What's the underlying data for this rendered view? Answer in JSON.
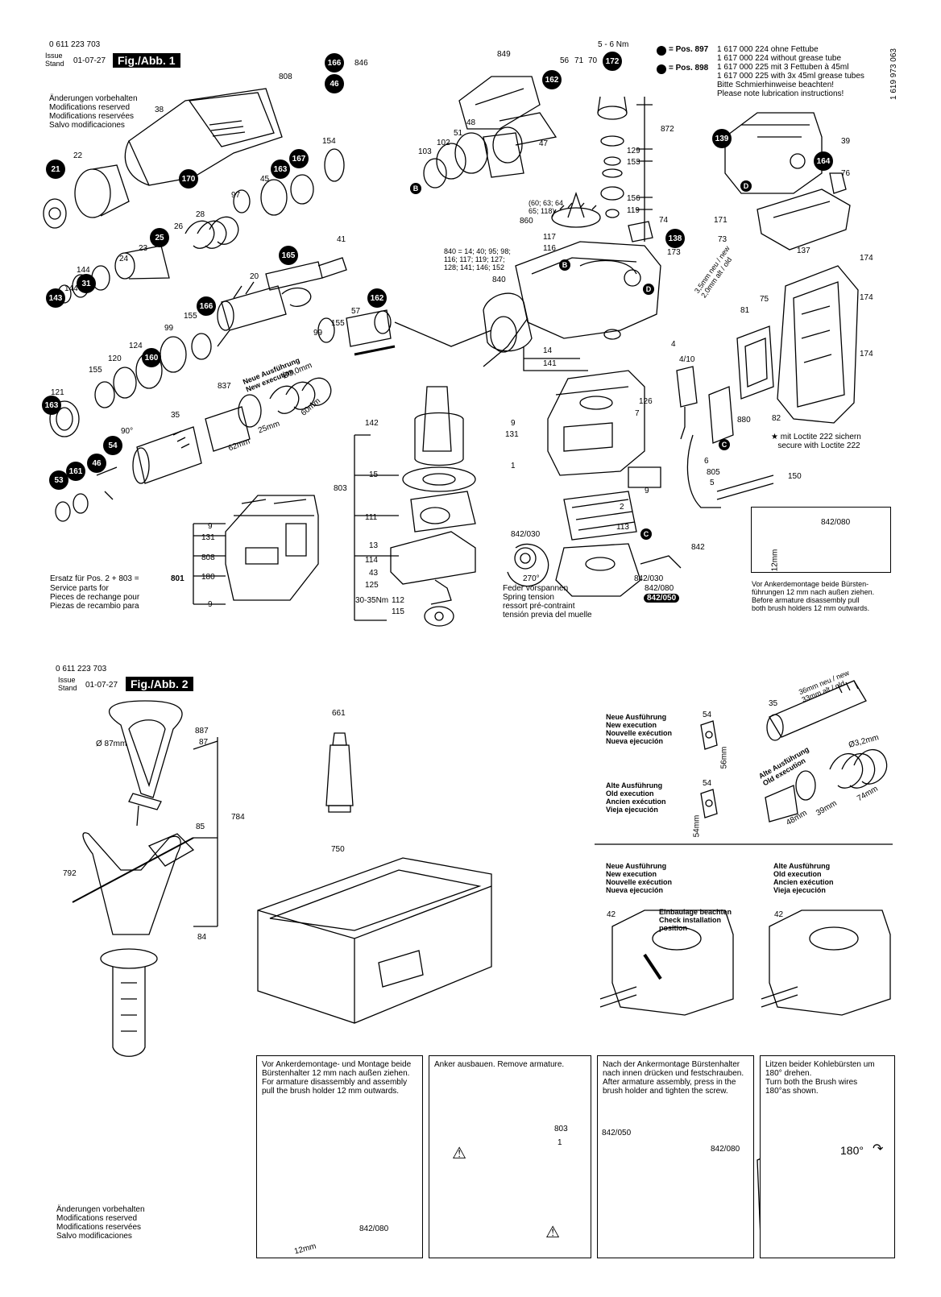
{
  "fig1": {
    "part_number": "0 611 223 703",
    "issue_stand": "Issue\nStand",
    "date": "01-07-27",
    "fig_label": "Fig./Abb. 1",
    "drawing_no": "1 619 973 063",
    "notes_modifications": "Änderungen vorbehalten\nModifications reserved\nModifications reservées\nSalvo modificaciones",
    "lubrication": {
      "pos897": "= Pos. 897",
      "pos898": "= Pos. 898",
      "text": "1 617 000 224 ohne Fettube\n1 617 000 224 without grease tube\n1 617 000 225 mit 3 Fettuben à 45ml\n1 617 000 225 with 3x 45ml grease tubes\nBitte Schmierhinweise beachten!\nPlease note lubrication instructions!"
    },
    "torque_top": "5 - 6 Nm",
    "torque_bottom": "30-35Nm",
    "spare_parts": "Ersatz für Pos. 2 + 803 =",
    "spare_parts_num": "801",
    "spare_parts_lines": "Service parts for\nPieces de rechange pour\nPiezas de recambio para",
    "new_execution": "Neue Ausführung\nNew execution",
    "dim_30": "Ø3,0mm",
    "dim_60": "60mm",
    "dim_25": "25mm",
    "dim_62": "62mm",
    "angle_90": "90°",
    "list_840": "840 = 14; 40; 95; 98;\n116; 117; 119; 127;\n128; 141; 146; 152",
    "list_860": "(60; 63; 64\n65; 118)",
    "neu_alt": "3,5mm neu / new\n2,0mm alt / old",
    "loctite": "★ mit Loctite 222 sichern\n   secure with Loctite 222",
    "spring": "Feder vorspannen\nSpring tension\nressort pré-contraint\ntensión previa del muelle",
    "angle_270": "270°",
    "brush_note": "Vor Ankerdemontage beide Bürsten-\nführungen 12 mm nach außen ziehen.\nBefore armature disassembly pull\nboth brush holders 12 mm outwards.",
    "dim_12": "12mm",
    "code_842_080": "842/080",
    "code_842_030": "842/030",
    "code_842_050": "842/050",
    "callouts": [
      "166",
      "46",
      "172",
      "162",
      "21",
      "170",
      "163",
      "167",
      "25",
      "165",
      "31",
      "143",
      "166",
      "162",
      "160",
      "163",
      "54",
      "161",
      "46",
      "53",
      "139",
      "164",
      "138"
    ],
    "parts": [
      "808",
      "846",
      "38",
      "22",
      "154",
      "45",
      "97",
      "28",
      "26",
      "23",
      "144",
      "24",
      "41",
      "20",
      "155",
      "99",
      "57",
      "120",
      "124",
      "121",
      "837",
      "35",
      "9",
      "131",
      "180",
      "142",
      "15",
      "803",
      "111",
      "13",
      "114",
      "43",
      "125",
      "112",
      "115",
      "849",
      "56",
      "71",
      "70",
      "48",
      "51",
      "102",
      "103",
      "47",
      "872",
      "129",
      "153",
      "156",
      "119",
      "117",
      "116",
      "74",
      "173",
      "840",
      "14",
      "141",
      "39",
      "76",
      "171",
      "73",
      "137",
      "174",
      "75",
      "81",
      "4",
      "4/10",
      "7",
      "126",
      "880",
      "82",
      "1",
      "6",
      "805",
      "5",
      "150",
      "2",
      "113",
      "842",
      "860"
    ]
  },
  "fig2": {
    "part_number": "0 611 223 703",
    "issue_stand": "Issue\nStand",
    "date": "01-07-27",
    "fig_label": "Fig./Abb. 2",
    "dim_87": "Ø 87mm",
    "parts": [
      "887",
      "87",
      "784",
      "85",
      "792",
      "84",
      "661",
      "750",
      "54",
      "54",
      "35",
      "42",
      "42"
    ],
    "new_exec": "Neue Ausführung\nNew execution\nNouvelle exécution\nNueva ejecución",
    "old_exec": "Alte Ausführung\nOld execution\nAncien exécution\nVieja ejecución",
    "old_exec_rot": "Alte Ausführung\nOld execution",
    "dim_36_33": "36mm neu / new\n33mm alt / old",
    "dim_32": "Ø3,2mm",
    "dim_74": "74mm",
    "dim_39": "39mm",
    "dim_48": "48mm",
    "dim_56": "56mm",
    "dim_54": "54mm",
    "install_note": "Einbaulage beachten\nCheck installation\nposition",
    "notes_modifications": "Änderungen vorbehalten\nModifications reserved\nModifications reservées\nSalvo modificaciones",
    "steps": [
      {
        "text": "Vor Ankerdemontage- und Montage beide\nBürstenhalter 12 mm nach außen ziehen.\nFor armature disassembly and assembly\npull the brush holder 12 mm outwards.",
        "label1": "842/080",
        "label2": "12mm"
      },
      {
        "text": "Anker ausbauen. Remove armature.",
        "label1": "803",
        "label2": "1"
      },
      {
        "text": "Nach der Ankermontage Bürstenhalter\nnach innen drücken und festschrauben.\nAfter armature assembly, press in the\nbrush holder and tighten the screw.",
        "label1": "842/050",
        "label2": "842/080"
      },
      {
        "text": "Litzen beider Kohlebürsten um\n180° drehen.\nTurn both the Brush wires\n180°as shown.",
        "label1": "180°",
        "label2": ""
      }
    ]
  }
}
